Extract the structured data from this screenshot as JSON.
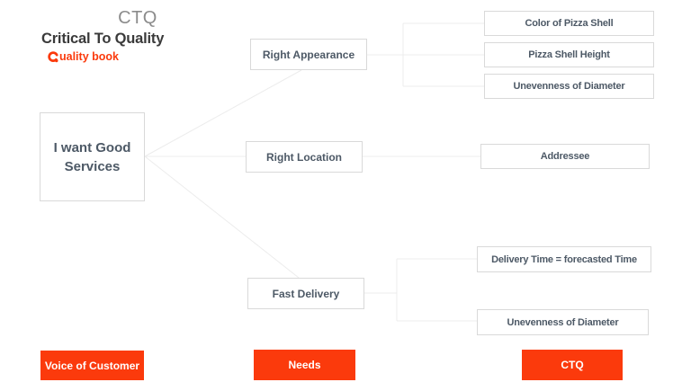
{
  "header": {
    "title": "CTQ",
    "subtitle": "Critical To Quality",
    "logo_text": "uality book"
  },
  "colors": {
    "accent": "#fb3a0c",
    "line": "#ececec",
    "box_border": "#d9d9d9",
    "box_text": "#4d5966",
    "title_gray": "#8c8c8c",
    "subtitle": "#3a3a3a"
  },
  "tree": {
    "root": {
      "label": "I want Good Services"
    },
    "needs": [
      {
        "label": "Right Appearance"
      },
      {
        "label": "Right Location"
      },
      {
        "label": "Fast Delivery"
      }
    ],
    "ctq": [
      {
        "label": "Color of Pizza Shell"
      },
      {
        "label": "Pizza Shell Height"
      },
      {
        "label": "Unevenness of Diameter"
      },
      {
        "label": "Addressee"
      },
      {
        "label": "Delivery Time = forecasted Time"
      },
      {
        "label": "Unevenness of Diameter"
      }
    ]
  },
  "legend": [
    {
      "label": "Voice of Customer"
    },
    {
      "label": "Needs"
    },
    {
      "label": "CTQ"
    }
  ]
}
